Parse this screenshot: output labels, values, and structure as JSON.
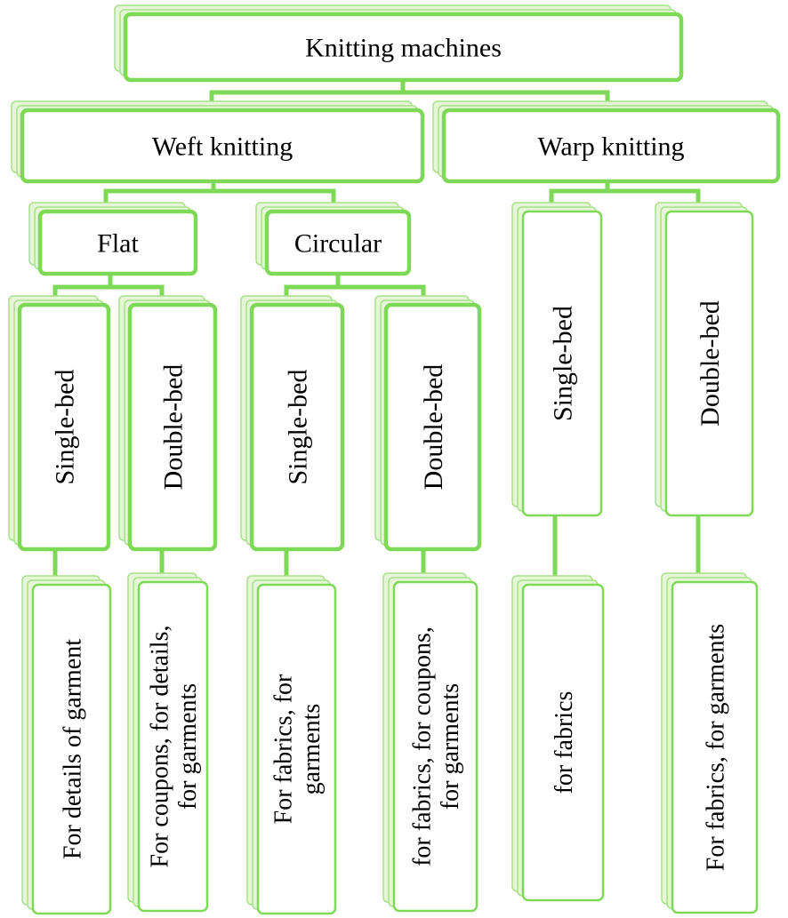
{
  "colors": {
    "border": "#7ed957",
    "shadow_fill": "#e6f7d8",
    "shadow_border": "#a8e08a",
    "connector": "#7ed957",
    "box_fill": "#ffffff",
    "text": "#000000"
  },
  "diagram": {
    "root": "Knitting machines",
    "weft": "Weft knitting",
    "warp": "Warp knitting",
    "flat": "Flat",
    "circular": "Circular",
    "flat_single": "Single-bed",
    "flat_double": "Double-bed",
    "circ_single": "Single-bed",
    "circ_double": "Double-bed",
    "warp_single": "Single-bed",
    "warp_double": "Double-bed",
    "use_flat_single": [
      "For details of garment"
    ],
    "use_flat_double": [
      "For coupons, for details,",
      "for garments"
    ],
    "use_circ_single": [
      "For fabrics, for",
      "garments"
    ],
    "use_circ_double": [
      "for fabrics, for coupons,",
      "for garments"
    ],
    "use_warp_single": [
      "for fabrics"
    ],
    "use_warp_double": [
      "For fabrics, for garments"
    ]
  }
}
